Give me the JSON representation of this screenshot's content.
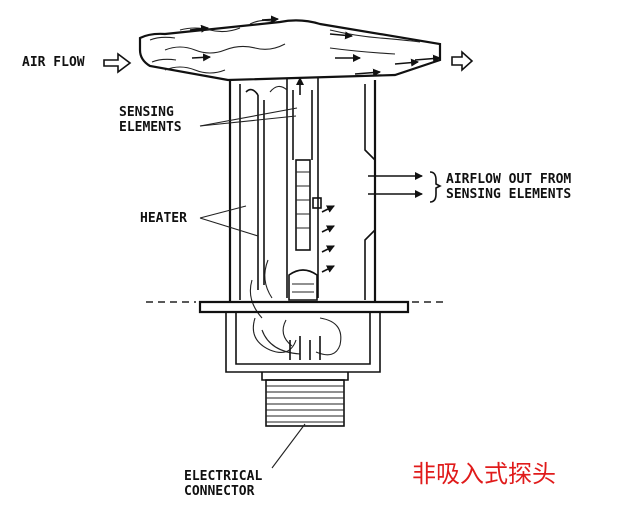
{
  "labels": {
    "air_flow": "AIR FLOW",
    "sensing_elements": [
      "SENSING",
      "ELEMENTS"
    ],
    "heater": "HEATER",
    "airflow_out": [
      "AIRFLOW OUT FROM",
      "SENSING ELEMENTS"
    ],
    "electrical_connector": [
      "ELECTRICAL",
      "CONNECTOR"
    ]
  },
  "caption": {
    "text": "非吸入式探头",
    "color": "#e01b1b"
  }
}
